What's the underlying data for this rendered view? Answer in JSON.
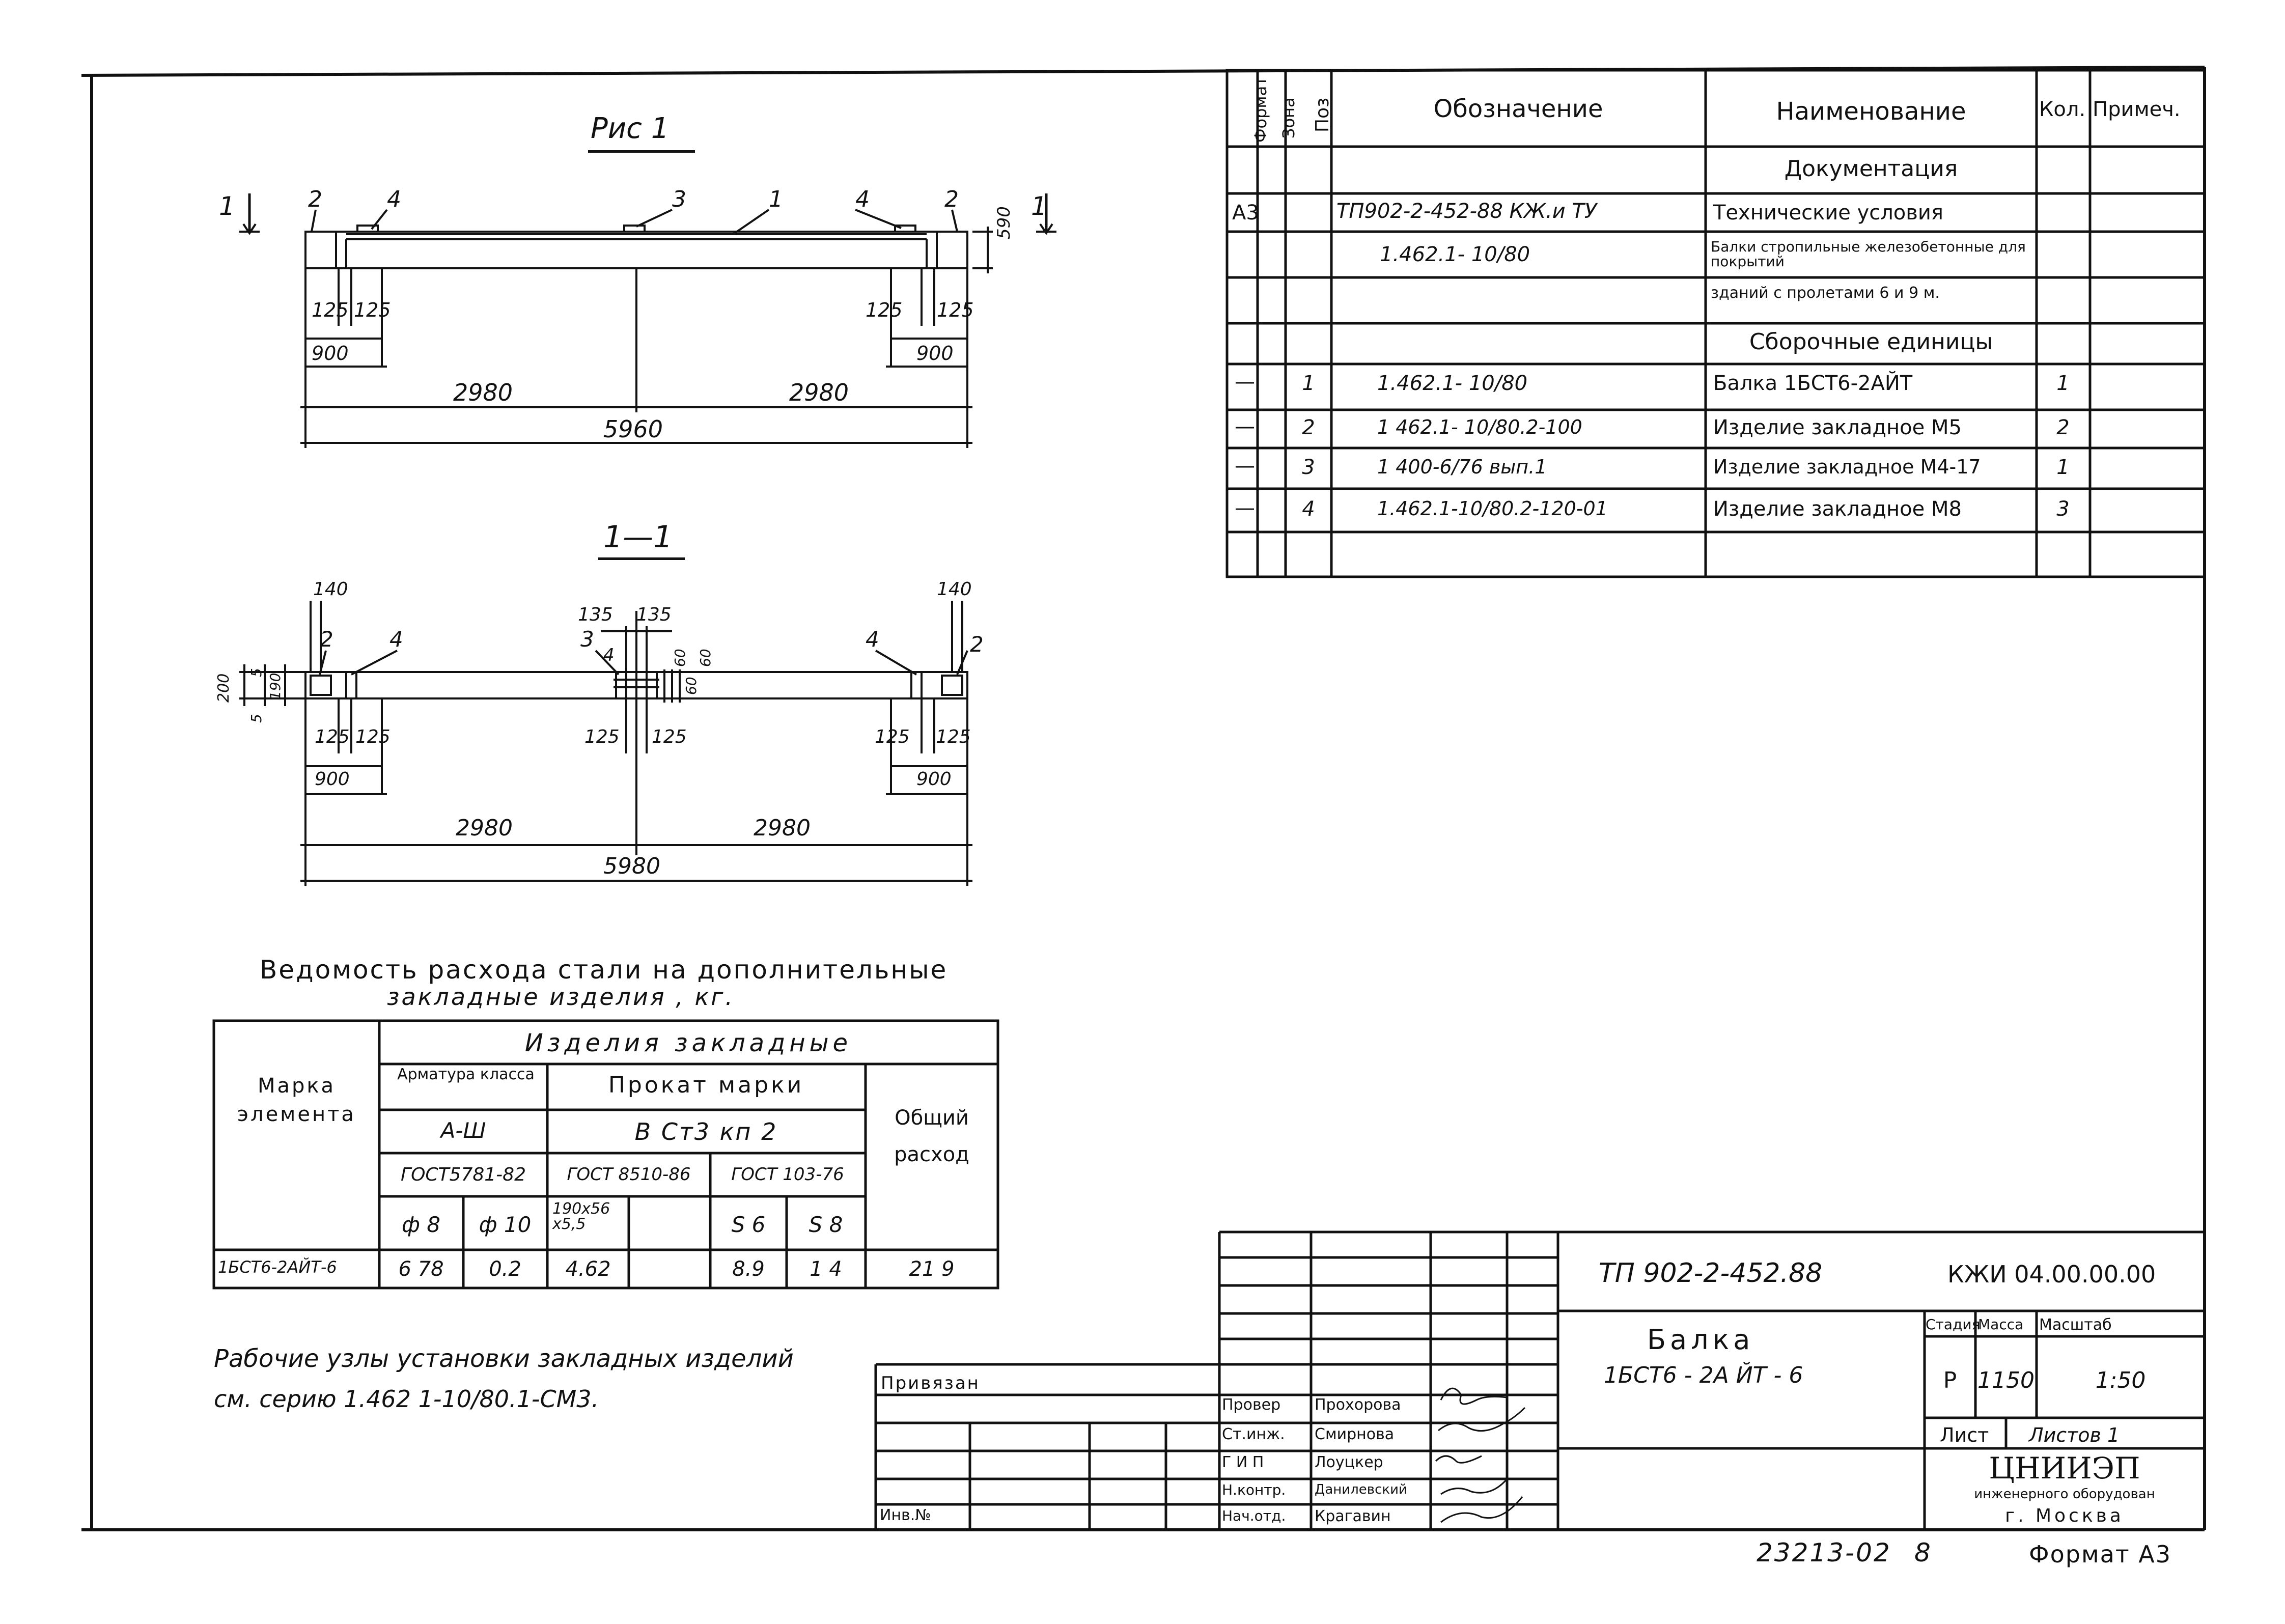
{
  "fig1": {
    "title": "Рис 1",
    "section_mark": "1",
    "pos_labels": [
      "2",
      "4",
      "3",
      "1",
      "4",
      "2"
    ],
    "height": "590",
    "dims_top_left": [
      "125",
      "125",
      "900"
    ],
    "dims_top_right": [
      "125",
      "125",
      "900"
    ],
    "span_left": "2980",
    "span_right": "2980",
    "total": "5960"
  },
  "sec11": {
    "title": "1—1",
    "dims_top": [
      "140",
      "135",
      "135",
      "140"
    ],
    "pos_labels": [
      "2",
      "4",
      "3",
      "4",
      "4",
      "2"
    ],
    "left_dims": [
      "200",
      "5",
      "190",
      "5"
    ],
    "mid_dims": [
      "60",
      "60",
      "60"
    ],
    "dims_bottom": [
      "125",
      "125",
      "125",
      "125",
      "125",
      "125"
    ],
    "d900_left": "900",
    "d900_right": "900",
    "span_left": "2980",
    "span_right": "2980",
    "total": "5980"
  },
  "steel": {
    "title_line1": "Ведомость расхода стали на дополнительные",
    "title_line2": "закладные изделия , кг.",
    "h_marka": "Марка элемента",
    "h_izd": "Изделия закладные",
    "h_armatura": "Арматура класса",
    "h_prokat": "Прокат марки",
    "h_total": "Общий расход",
    "h_aiii": "А-Ш",
    "h_vst": "В Ст3 кп 2",
    "h_gost1": "ГОСТ5781-82",
    "h_gost2": "ГОСТ 8510-86",
    "h_gost3": "ГОСТ 103-76",
    "cols": [
      "ф 8",
      "ф 10",
      "190х56 х5,5",
      "",
      "S 6",
      "S 8"
    ],
    "row": [
      "1БСТ6-2АЙТ-6",
      "6 78",
      "0.2",
      "4.62",
      "",
      "8.9",
      "1 4",
      "21 9"
    ]
  },
  "note": {
    "line1": "Рабочие узлы установки закладных изделий",
    "line2": "см. серию 1.462 1-10/80.1-СМ3."
  },
  "spec": {
    "headers": [
      "Формат",
      "Зона",
      "Поз",
      "Обозначение",
      "Наименование",
      "Кол.",
      "Примеч."
    ],
    "rows": [
      {
        "fmt": "",
        "zone": "",
        "pos": "",
        "oboz": "",
        "name": "Документация",
        "qty": ""
      },
      {
        "fmt": "А3",
        "zone": "",
        "pos": "",
        "oboz": "ТП902-2-452-88     КЖ.и ТУ",
        "name": "Технические условия",
        "qty": ""
      },
      {
        "fmt": "",
        "zone": "",
        "pos": "",
        "oboz": "1.462.1- 10/80",
        "name": "Балки стропильные железобетонные для покрытий",
        "qty": ""
      },
      {
        "fmt": "",
        "zone": "",
        "pos": "",
        "oboz": "",
        "name": "зданий с пролетами 6 и 9 м.",
        "qty": ""
      },
      {
        "fmt": "",
        "zone": "",
        "pos": "",
        "oboz": "",
        "name": "Сборочные единицы",
        "qty": ""
      },
      {
        "fmt": "—",
        "zone": "",
        "pos": "1",
        "oboz": "1.462.1- 10/80",
        "name": "Балка 1БСТ6-2АЙТ",
        "qty": "1"
      },
      {
        "fmt": "—",
        "zone": "",
        "pos": "2",
        "oboz": "1 462.1- 10/80.2-100",
        "name": "Изделие закладное М5",
        "qty": "2"
      },
      {
        "fmt": "—",
        "zone": "",
        "pos": "3",
        "oboz": "1 400-6/76    вып.1",
        "name": "Изделие закладное М4-17",
        "qty": "1"
      },
      {
        "fmt": "—",
        "zone": "",
        "pos": "4",
        "oboz": "1.462.1-10/80.2-120-01",
        "name": "Изделие закладное М8",
        "qty": "3"
      },
      {
        "fmt": "",
        "zone": "",
        "pos": "",
        "oboz": "",
        "name": "",
        "qty": ""
      }
    ]
  },
  "stamp": {
    "privyazan": "Привязан",
    "inv": "Инв.№",
    "code": "ТП 902-2-452.88",
    "doc": "КЖИ 04.00.00.00",
    "title1": "Балка",
    "title2": "1БСТ6 - 2А ЙТ - 6",
    "stage_h": "Стадия",
    "mass_h": "Масса",
    "scale_h": "Масштаб",
    "stage": "Р",
    "mass": "1150",
    "scale": "1:50",
    "list": "Лист",
    "listov": "Листов 1",
    "org1": "ЦНИИЭП",
    "org2": "инженерного оборудован",
    "org3": "г. Москва",
    "people": [
      {
        "role": "Провер",
        "name": "Прохорова"
      },
      {
        "role": "Ст.инж.",
        "name": "Смирнова"
      },
      {
        "role": "Г И П",
        "name": "Лоуцкер"
      },
      {
        "role": "Н.контр.",
        "name": "Данилевский"
      },
      {
        "role": "Нач.отд.",
        "name": "Крагавин"
      }
    ]
  },
  "footer": {
    "number": "23213-02",
    "sheet": "8",
    "format": "Формат А3"
  }
}
